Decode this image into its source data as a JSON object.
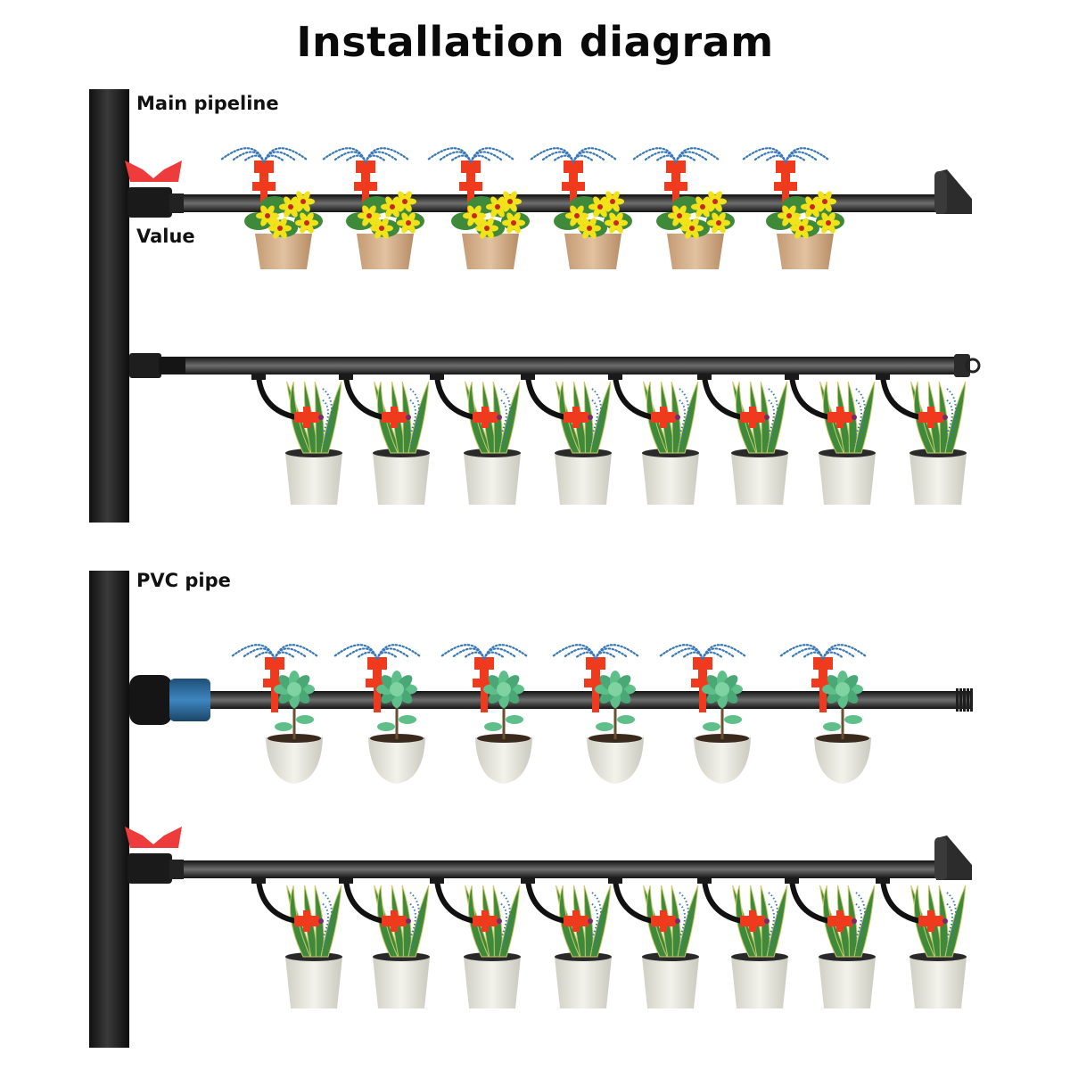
{
  "title": "Installation diagram",
  "labels": {
    "main_pipeline": "Main pipeline",
    "valve": "Value",
    "pvc_pipe": "PVC pipe"
  },
  "colors": {
    "pipe": "#2b2b2b",
    "pipe_highlight": "#6e6e6e",
    "valve_handle": "#ee3b3b",
    "sprinkler": "#f03a1e",
    "spray": "#3a78b5",
    "connector_blue": "#2f6fa3",
    "flower_petal": "#f2e21a",
    "leaf": "#3f8a3a",
    "terracotta_pot": "#d9b48f",
    "white_pot": "#e9e9df",
    "succulent": "#5fbf8a"
  },
  "sections": [
    {
      "name": "main-pipeline-section",
      "rows": [
        {
          "name": "row-1",
          "type": "overhead-sprinkler",
          "plant": "yellow-flower",
          "pot": "terracotta",
          "count": 6,
          "inlet": "valve",
          "end": "end-cap"
        },
        {
          "name": "row-2",
          "type": "hanging-drip",
          "plant": "snake-plant",
          "pot": "white",
          "count": 8,
          "inlet": "connector",
          "end": "loop-plug"
        }
      ]
    },
    {
      "name": "pvc-pipe-section",
      "rows": [
        {
          "name": "row-3",
          "type": "overhead-sprinkler",
          "plant": "succulent",
          "pot": "white-bowl",
          "count": 6,
          "inlet": "blue-connector",
          "end": "threaded-end"
        },
        {
          "name": "row-4",
          "type": "hanging-drip",
          "plant": "snake-plant",
          "pot": "white",
          "count": 8,
          "inlet": "valve",
          "end": "end-cap"
        }
      ]
    }
  ]
}
